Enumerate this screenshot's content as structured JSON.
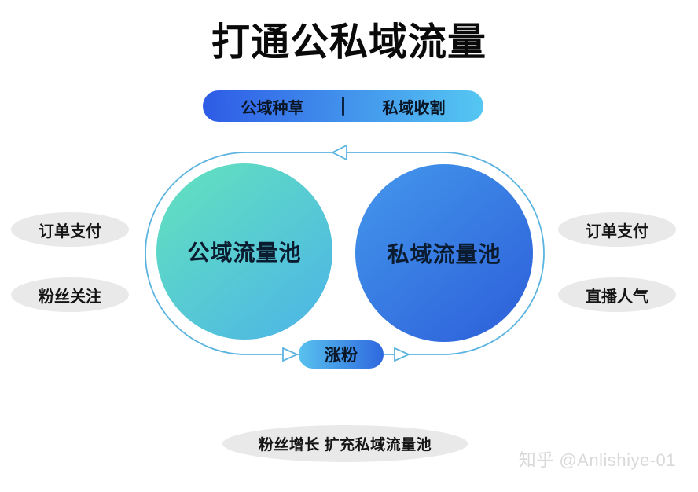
{
  "title": "打通公私域流量",
  "header_pill": {
    "left_label": "公域种草",
    "right_label": "私域收割"
  },
  "pools": {
    "left_label": "公域流量池",
    "right_label": "私域流量池"
  },
  "cycle": {
    "grow_label": "涨粉"
  },
  "side_labels": {
    "left_top": "订单支付",
    "left_bottom": "粉丝关注",
    "right_top": "订单支付",
    "right_bottom": "直播人气"
  },
  "bottom_note": "粉丝增长 扩充私域流量池",
  "watermark": "知乎 @Anlishiye-01",
  "colors": {
    "header_from": "#2E5BE6",
    "header_to": "#55C7F2",
    "pool_left_from": "#63E3BD",
    "pool_left_to": "#4CB3E8",
    "pool_right_from": "#4498EC",
    "pool_right_to": "#2C5ED9",
    "grow_from": "#58C2EE",
    "grow_to": "#2E68DF",
    "track": "#5BB4E0",
    "ellipse_bg": "#E9E9E9",
    "watermark_color": "#D9D9D9"
  }
}
